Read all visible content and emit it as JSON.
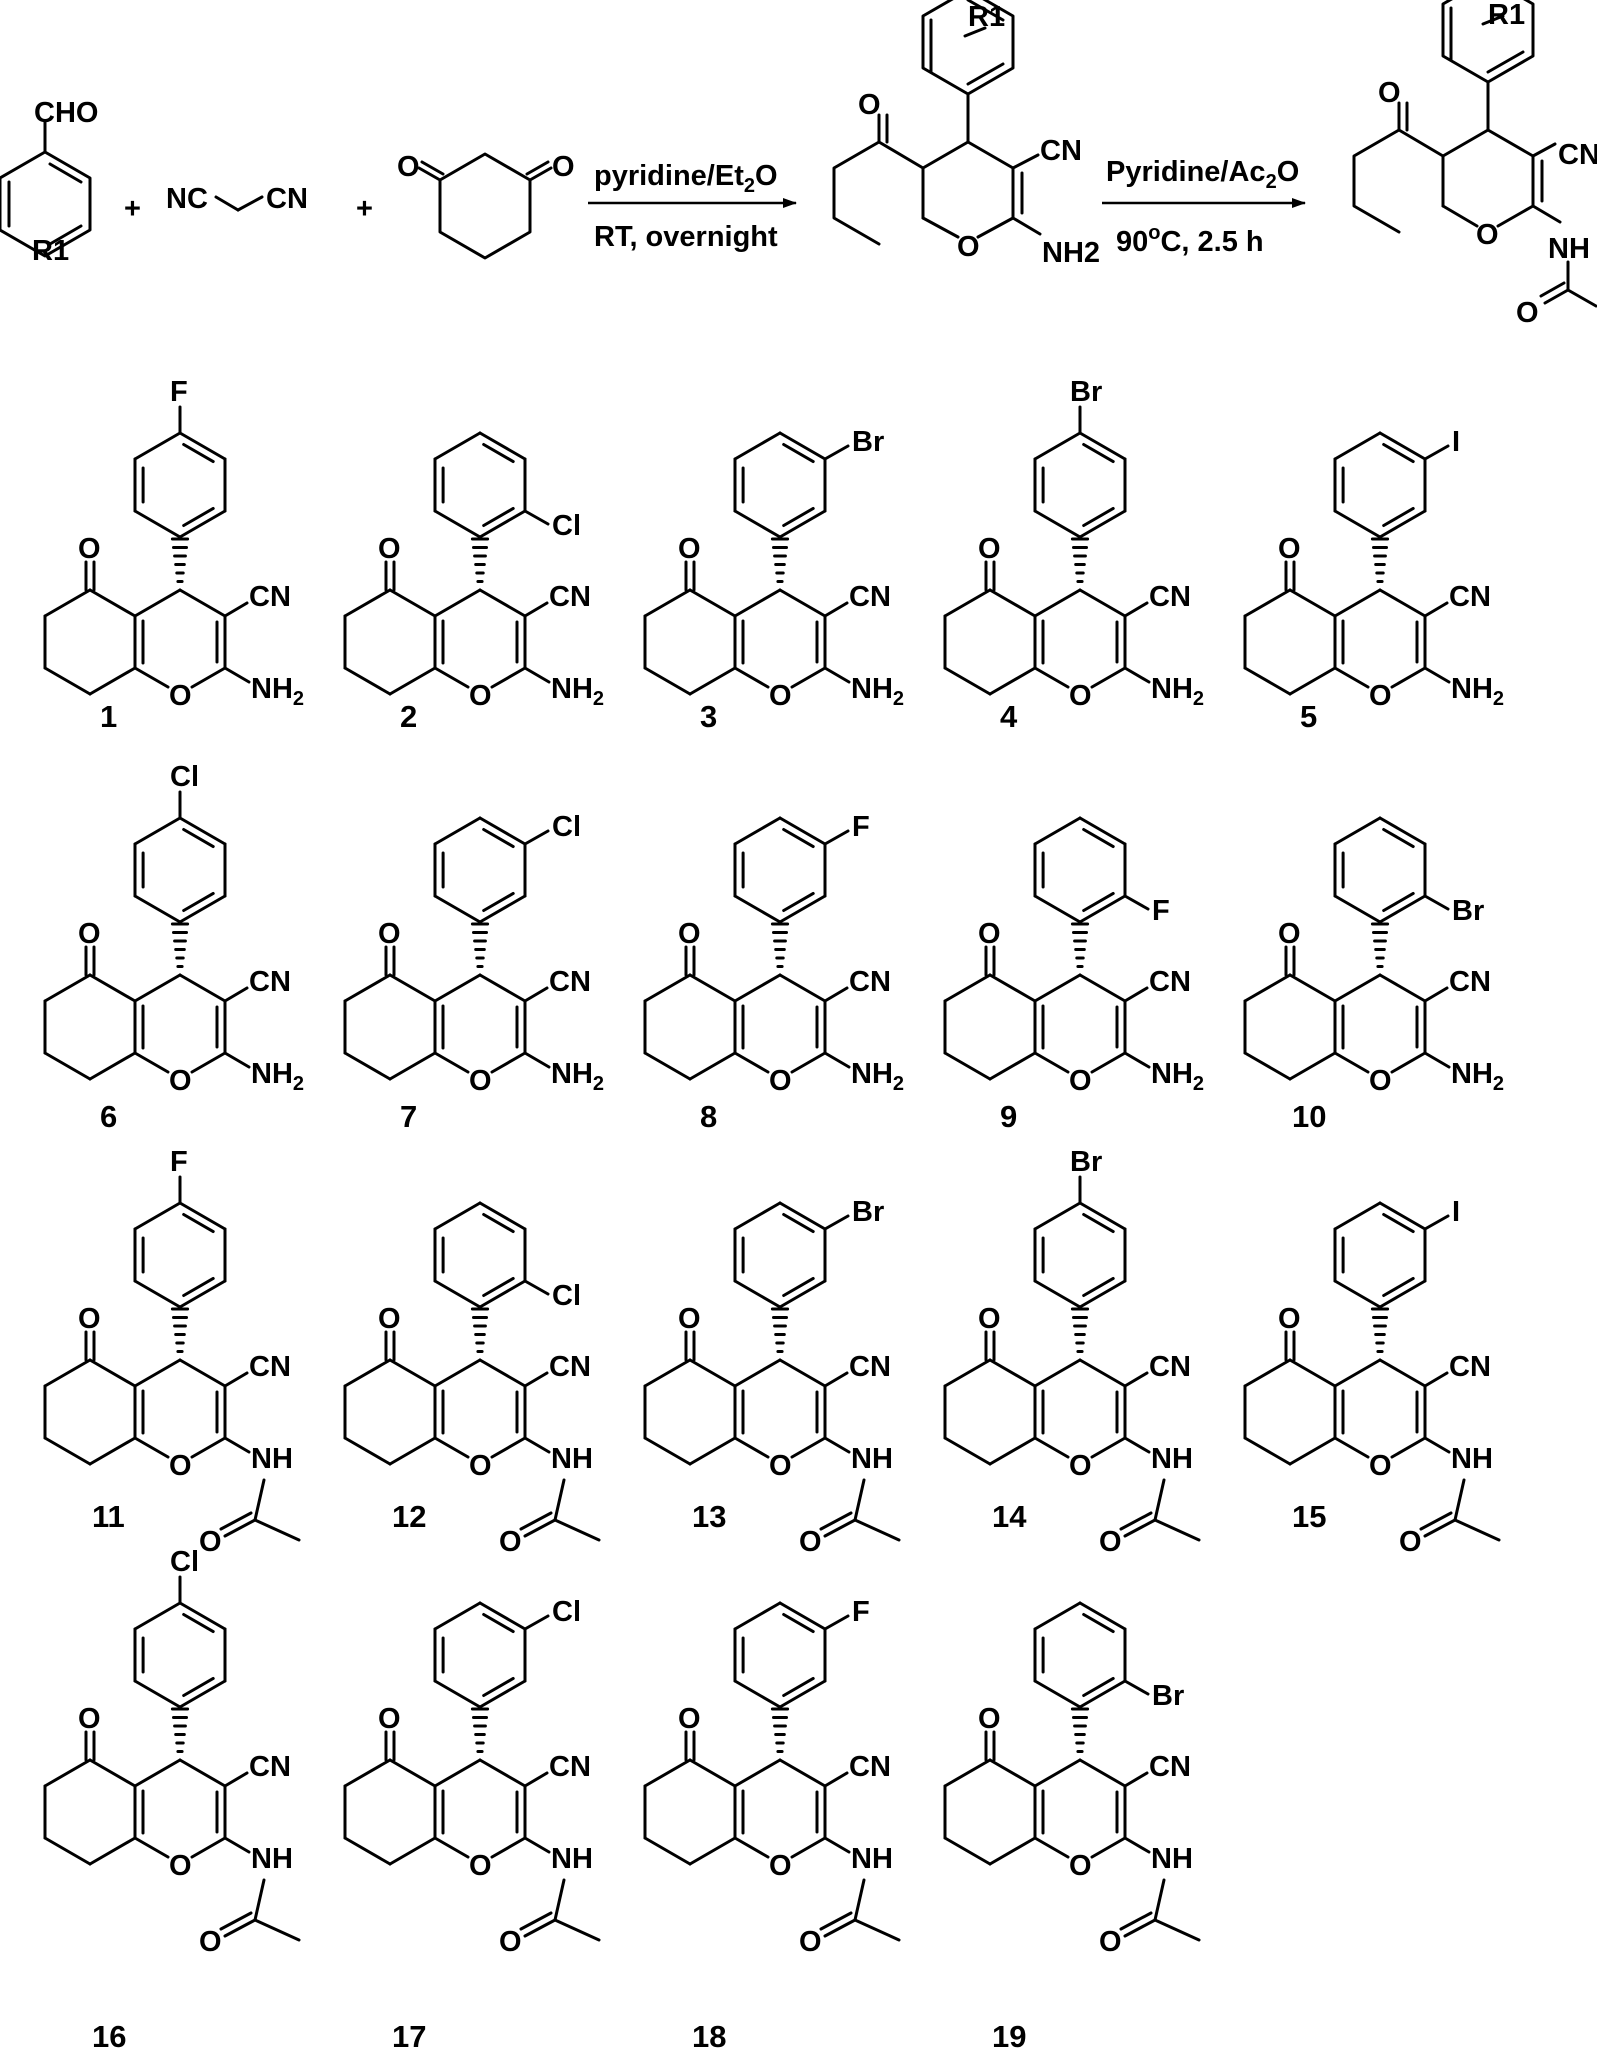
{
  "scheme": {
    "reactant_aldehyde": {
      "group": "CHO",
      "substituent": "R1"
    },
    "reactant_malononitrile": {
      "left": "NC",
      "right": "CN"
    },
    "reactant_dione": {
      "oxygen": "O"
    },
    "plus": "+",
    "step1": {
      "conditions_top_base": "pyridine/Et",
      "conditions_top_sub": "2",
      "conditions_top_end": "O",
      "conditions_bottom": "RT, overnight"
    },
    "step2": {
      "conditions_top_base": "Pyridine/Ac",
      "conditions_top_sub": "2",
      "conditions_top_end": "O",
      "conditions_bottom_pre": "90",
      "conditions_bottom_sup": "o",
      "conditions_bottom_post": "C, 2.5 h"
    },
    "intermediate": {
      "substituent": "R1",
      "nitrile": "CN",
      "amine": "NH2",
      "ring_o": "O",
      "keto_o": "O"
    },
    "product": {
      "substituent": "R1",
      "nitrile": "CN",
      "amide_nh": "NH",
      "amide_o": "O",
      "ring_o": "O",
      "keto_o": "O"
    }
  },
  "labels": {
    "nitrile": "CN",
    "ring_o": "O",
    "keto_o": "O",
    "nh2_base": "NH",
    "nh2_sub": "2",
    "nh": "NH",
    "acyl_o": "O"
  },
  "compounds": [
    {
      "id": "1",
      "halogen": "F",
      "position": "para",
      "nitrogen": "amine"
    },
    {
      "id": "2",
      "halogen": "Cl",
      "position": "ortho",
      "nitrogen": "amine"
    },
    {
      "id": "3",
      "halogen": "Br",
      "position": "meta",
      "nitrogen": "amine"
    },
    {
      "id": "4",
      "halogen": "Br",
      "position": "para",
      "nitrogen": "amine"
    },
    {
      "id": "5",
      "halogen": "I",
      "position": "meta",
      "nitrogen": "amine"
    },
    {
      "id": "6",
      "halogen": "Cl",
      "position": "para",
      "nitrogen": "amine"
    },
    {
      "id": "7",
      "halogen": "Cl",
      "position": "meta",
      "nitrogen": "amine"
    },
    {
      "id": "8",
      "halogen": "F",
      "position": "meta",
      "nitrogen": "amine"
    },
    {
      "id": "9",
      "halogen": "F",
      "position": "ortho",
      "nitrogen": "amine"
    },
    {
      "id": "10",
      "halogen": "Br",
      "position": "ortho",
      "nitrogen": "amine"
    },
    {
      "id": "11",
      "halogen": "F",
      "position": "para",
      "nitrogen": "acetamide"
    },
    {
      "id": "12",
      "halogen": "Cl",
      "position": "ortho",
      "nitrogen": "acetamide"
    },
    {
      "id": "13",
      "halogen": "Br",
      "position": "meta",
      "nitrogen": "acetamide"
    },
    {
      "id": "14",
      "halogen": "Br",
      "position": "para",
      "nitrogen": "acetamide"
    },
    {
      "id": "15",
      "halogen": "I",
      "position": "meta",
      "nitrogen": "acetamide"
    },
    {
      "id": "16",
      "halogen": "Cl",
      "position": "para",
      "nitrogen": "acetamide"
    },
    {
      "id": "17",
      "halogen": "Cl",
      "position": "meta",
      "nitrogen": "acetamide"
    },
    {
      "id": "18",
      "halogen": "F",
      "position": "meta",
      "nitrogen": "acetamide"
    },
    {
      "id": "19",
      "halogen": "Br",
      "position": "ortho",
      "nitrogen": "acetamide"
    }
  ]
}
